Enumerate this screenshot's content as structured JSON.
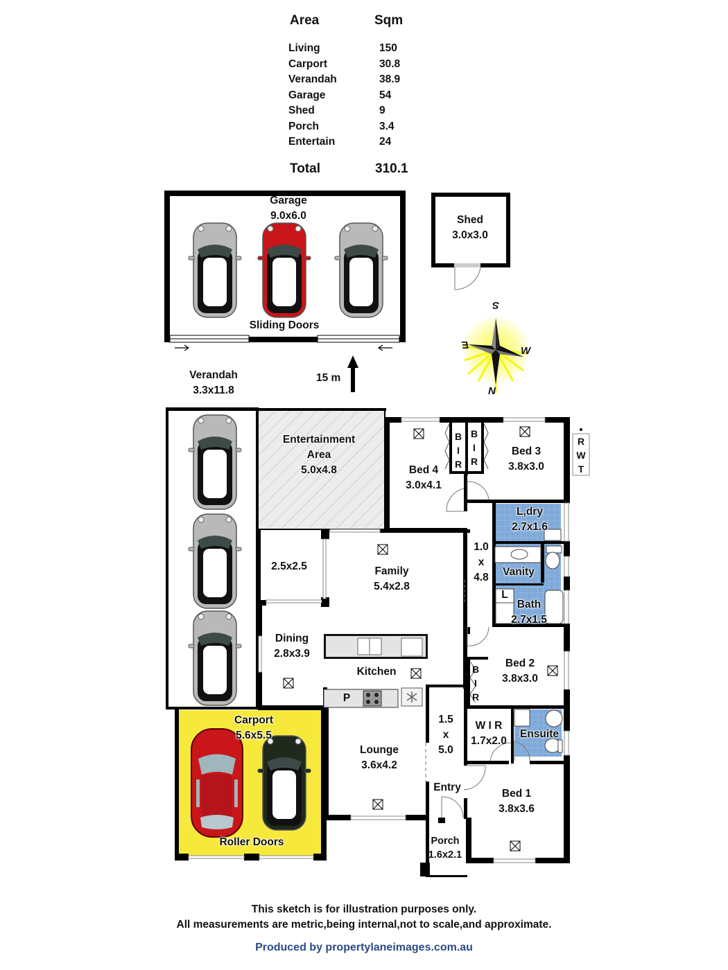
{
  "area_table": {
    "header": {
      "area": "Area",
      "sqm": "Sqm"
    },
    "rows": [
      {
        "name": "Living",
        "sqm": "150"
      },
      {
        "name": "Carport",
        "sqm": "30.8"
      },
      {
        "name": "Verandah",
        "sqm": "38.9"
      },
      {
        "name": "Garage",
        "sqm": "54"
      },
      {
        "name": "Shed",
        "sqm": "9"
      },
      {
        "name": "Porch",
        "sqm": "3.4"
      },
      {
        "name": "Entertain",
        "sqm": "24"
      }
    ],
    "total": {
      "label": "Total",
      "sqm": "310.1"
    }
  },
  "garage": {
    "name": "Garage",
    "dims": "9.0x6.0",
    "doors": "Sliding Doors"
  },
  "shed": {
    "name": "Shed",
    "dims": "3.0x3.0"
  },
  "compass": {
    "n": "N",
    "s": "S",
    "e": "E",
    "w": "W"
  },
  "distance": {
    "label": "15 m"
  },
  "verandah": {
    "name": "Verandah",
    "dims": "3.3x11.8"
  },
  "rooms": {
    "entertainment": {
      "name1": "Entertainment",
      "name2": "Area",
      "dims": "5.0x4.8"
    },
    "bed4": {
      "name": "Bed 4",
      "dims": "3.0x4.1"
    },
    "bir_a": {
      "b": "B",
      "i": "I",
      "r": "R"
    },
    "bir_b": {
      "b": "B",
      "i": "I",
      "r": "R"
    },
    "bed3": {
      "name": "Bed 3",
      "dims": "3.8x3.0"
    },
    "rwt": {
      "r": "R",
      "w": "W",
      "t": "T"
    },
    "laundry": {
      "name": "L,dry",
      "dims": "2.7x1.6"
    },
    "hall": {
      "a": "1.0",
      "x": "x",
      "b": "4.8"
    },
    "vanity": {
      "name": "Vanity"
    },
    "linen": {
      "name": "L"
    },
    "bath": {
      "name": "Bath",
      "dims": "2.7x1.5"
    },
    "store": {
      "dims": "2.5x2.5"
    },
    "family": {
      "name": "Family",
      "dims": "5.4x2.8"
    },
    "dining": {
      "name": "Dining",
      "dims": "2.8x3.9"
    },
    "kitchen": {
      "name": "Kitchen",
      "pantry": "P"
    },
    "bed2": {
      "name": "Bed 2",
      "dims": "3.8x3.0"
    },
    "bir_c": {
      "b": "B",
      "i": "I",
      "r": "R"
    },
    "wir": {
      "name": "W I R",
      "dims": "1.7x2.0"
    },
    "ensuite": {
      "name": "Ensuite"
    },
    "entry_hall": {
      "a": "1.5",
      "x": "x",
      "b": "5.0",
      "name": "Entry"
    },
    "lounge": {
      "name": "Lounge",
      "dims": "3.6x4.2"
    },
    "bed1": {
      "name": "Bed 1",
      "dims": "3.8x3.6"
    },
    "porch": {
      "name": "Porch",
      "dims": "1.6x2.1"
    },
    "carport": {
      "name": "Carport",
      "dims": "5.6x5.5",
      "doors": "Roller Doors"
    }
  },
  "colors": {
    "wall": "#000000",
    "carport": "#f7e93c",
    "wet": "#7fa9d8",
    "car_red": "#c8161a",
    "car_grey": "#b9b9b9",
    "car_green": "#1f2a1c",
    "compass_glow": "#f4f700",
    "credit": "#2d4a86"
  },
  "footer": {
    "line1": "This sketch is for illustration purposes only.",
    "line2": "All measurements are metric,being internal,not to scale,and approximate.",
    "credit": "Produced by propertylaneimages.com.au"
  }
}
